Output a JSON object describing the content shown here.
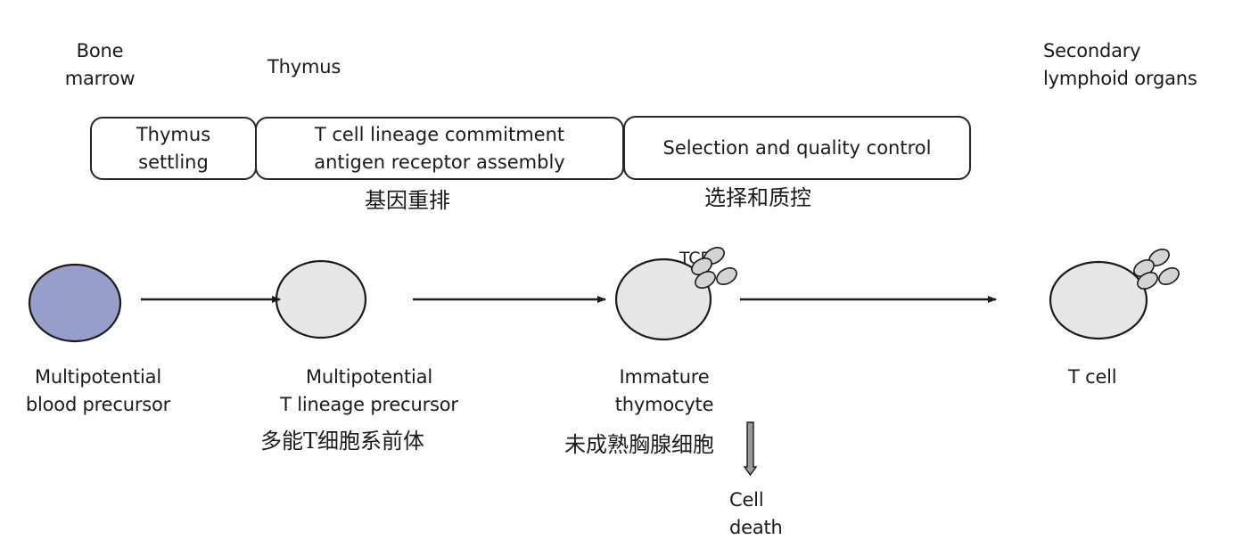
{
  "locations": {
    "bone_marrow": "Bone\nmarrow",
    "thymus": "Thymus",
    "secondary_lymphoid": "Secondary\nlymphoid organs"
  },
  "stages": [
    {
      "label": "Thymus\nsettling"
    },
    {
      "label": "T cell lineage commitment\nantigen receptor assembly"
    },
    {
      "label": "Selection and quality control"
    }
  ],
  "stage_annotations_zh": {
    "gene_rearrangement": "基因重排",
    "selection_qc": "选择和质控"
  },
  "cells": [
    {
      "label": "Multipotential\nblood precursor",
      "fill": "#969ecb",
      "receptors": false
    },
    {
      "label": "Multipotential\nT lineage precursor",
      "label_zh": "多能T细胞系前体",
      "fill": "#e6e6e6",
      "receptors": false
    },
    {
      "label": "Immature\nthymocyte",
      "label_zh": "未成熟胸腺细胞",
      "fill": "#e6e6e6",
      "receptors": true,
      "receptor_label": "TCR"
    },
    {
      "label": "T cell",
      "fill": "#e6e6e6",
      "receptors": true
    }
  ],
  "cell_death": "Cell\ndeath",
  "colors": {
    "stroke": "#1a1a1a",
    "receptor_fill": "#d4d4d4",
    "precursor_fill": "#969ecb",
    "cell_fill": "#e6e6e6"
  }
}
